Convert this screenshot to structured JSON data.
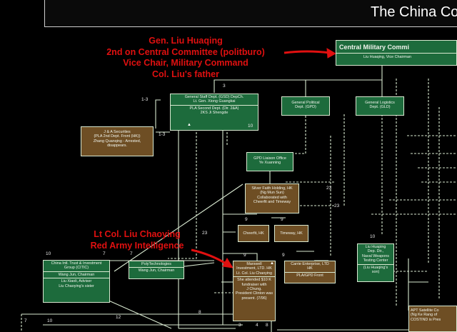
{
  "title": "The China Conn",
  "annotations": {
    "liu_huaqing": [
      "Gen. Liu Huaqing",
      "2nd on Central Committee (politburo)",
      "Vice Chair, Military Command",
      "Col. Liu's father"
    ],
    "liu_chaoying": [
      "Lt Col. Liu Chaoying",
      "Red Army Intelligence"
    ]
  },
  "nodes": {
    "cmc": {
      "title": "Central Military Commi",
      "sub": "Liu Huaqing, Vice Chairman"
    },
    "gsd": {
      "title": "General Staff Dept. (GSD) DepCh.",
      "line2": "Lt. Gen. Xiong Guangkai",
      "sub": "PLA Second Dept. (Dir. 2&A)",
      "sub2": "2KS Ji Shengde"
    },
    "gpd": {
      "title": "General Political",
      "line2": "Dept. (GPD)"
    },
    "gld": {
      "title": "General Logistics",
      "line2": "Dept. (GLD)"
    },
    "securities": {
      "line1": "J & A Securities",
      "line2": "(PLA 2nd Dept. Front (HK))",
      "line3": "Zhang Quanqing - Arrested,",
      "line4": "disappears."
    },
    "gpd_liaison": {
      "line1": "GPD Liaison Office",
      "line2": "Ye Xuanning"
    },
    "silver_faith": {
      "line1": "Silver Faith Holding, HK",
      "line2": "(Ng Mun Sun)",
      "line3": "Collaborated with",
      "line4": "Cheerfit and Timeway"
    },
    "cheerfit": {
      "label": "Cheerfit, HK"
    },
    "timeway": {
      "label": "Timeway, HK"
    },
    "citic": {
      "line1": "China Intl. Trust & Investment",
      "line2": "Group (CITIC)",
      "row1": "Wang Jun, Chairman",
      "row2a": "Liu Xiaoli, Adviser",
      "row2b": "Liu Chaoying's sister"
    },
    "polytech": {
      "line1": "PolyTechnologies",
      "row1": "Wang Jun, Chairman"
    },
    "marswell": {
      "line1": "Marswell",
      "line2": "Investment, LTD. HK",
      "line3": "Lt. Col. Liu Chaoying",
      "row1a": "She attended $10 K",
      "row1b": "fundraiser with",
      "row1c": "J Chung.",
      "row1d": "President Clinton was",
      "row1e": "present. (7/96)"
    },
    "carrie": {
      "line1": "Carrie Enterprise, LTD",
      "line2": "HK",
      "row1": "PLA/GPD Front"
    },
    "liu_huaping": {
      "line1": "Liu Huaping",
      "line2": "Dep. Dir.,",
      "line3": "Naval Weapons",
      "line4": "Testing Center",
      "row1a": "(Liu Huaqing's",
      "row1b": "son)"
    },
    "apt": {
      "line1": "APT Satellite Co",
      "line2": "(Ng Ke Rang of",
      "line3": "COSTIND is Pres"
    }
  },
  "edge_labels": [
    "3",
    "1-3",
    "1-3",
    "10",
    "23",
    "23",
    "9",
    "9",
    "9",
    "9",
    "23",
    "10",
    "10",
    "7",
    "7",
    "12",
    "7",
    "10",
    "8",
    "3",
    "4",
    "8"
  ],
  "colors": {
    "line": "#d8e8d0",
    "green_box": "#1d6b3c",
    "brown_box": "#6e4e24",
    "annotation": "#e01010"
  }
}
